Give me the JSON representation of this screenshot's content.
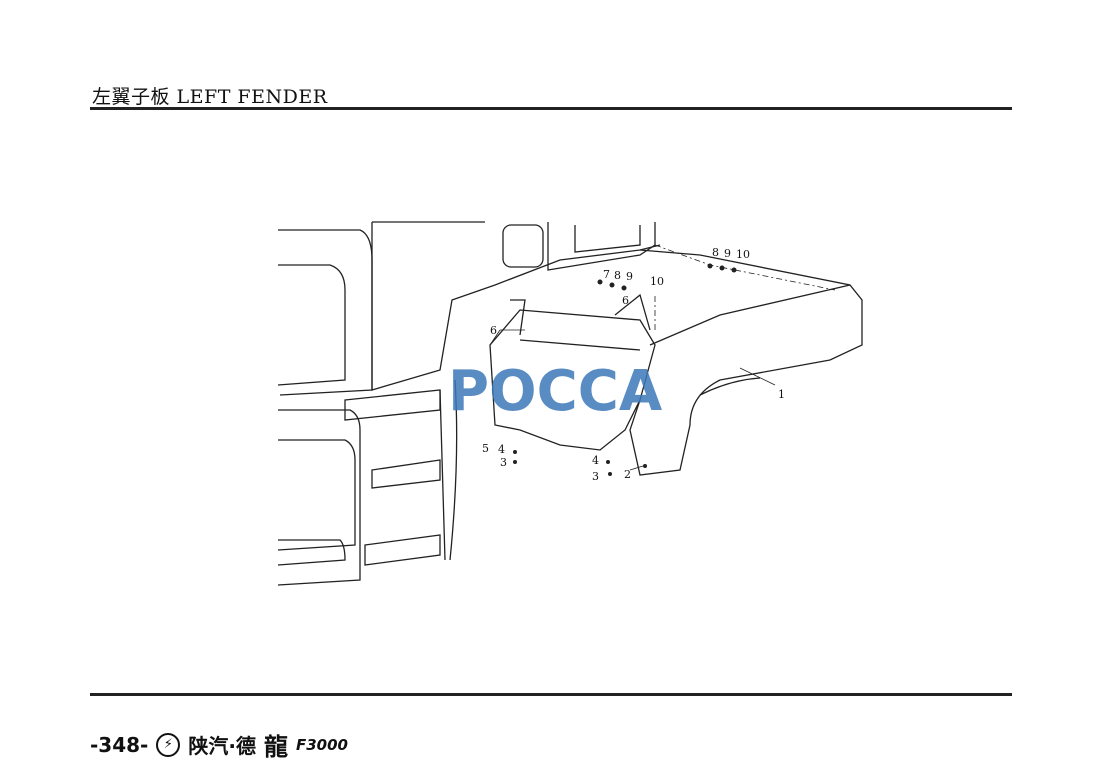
{
  "header": {
    "title": "左翼子板 LEFT FENDER"
  },
  "diagram": {
    "callouts": [
      "1",
      "2",
      "3",
      "4",
      "5",
      "6",
      "7",
      "8",
      "9",
      "10"
    ],
    "watermark": "POCCA"
  },
  "footer": {
    "page_number": "-348-",
    "brand": "陕汽·德",
    "brand_script": "龍",
    "model": "F3000"
  }
}
